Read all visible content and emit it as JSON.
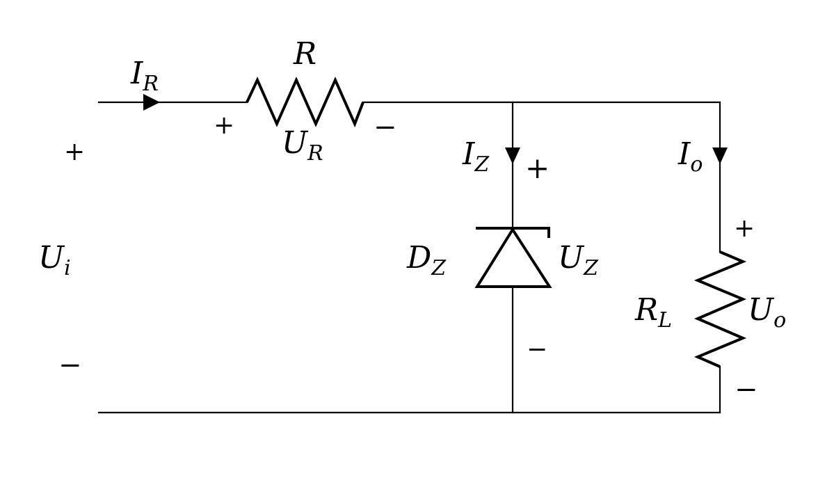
{
  "labels": {
    "I_R": {
      "main": "I",
      "sub": "R"
    },
    "R": {
      "main": "R",
      "sub": ""
    },
    "U_R": {
      "main": "U",
      "sub": "R"
    },
    "I_Z": {
      "main": "I",
      "sub": "Z"
    },
    "I_o": {
      "main": "I",
      "sub": "o"
    },
    "U_i": {
      "main": "U",
      "sub": "i"
    },
    "D_Z": {
      "main": "D",
      "sub": "Z"
    },
    "U_Z": {
      "main": "U",
      "sub": "Z"
    },
    "R_L": {
      "main": "R",
      "sub": "L"
    },
    "U_o": {
      "main": "U",
      "sub": "o"
    }
  },
  "signs": {
    "plus": "+",
    "minus": "−"
  }
}
